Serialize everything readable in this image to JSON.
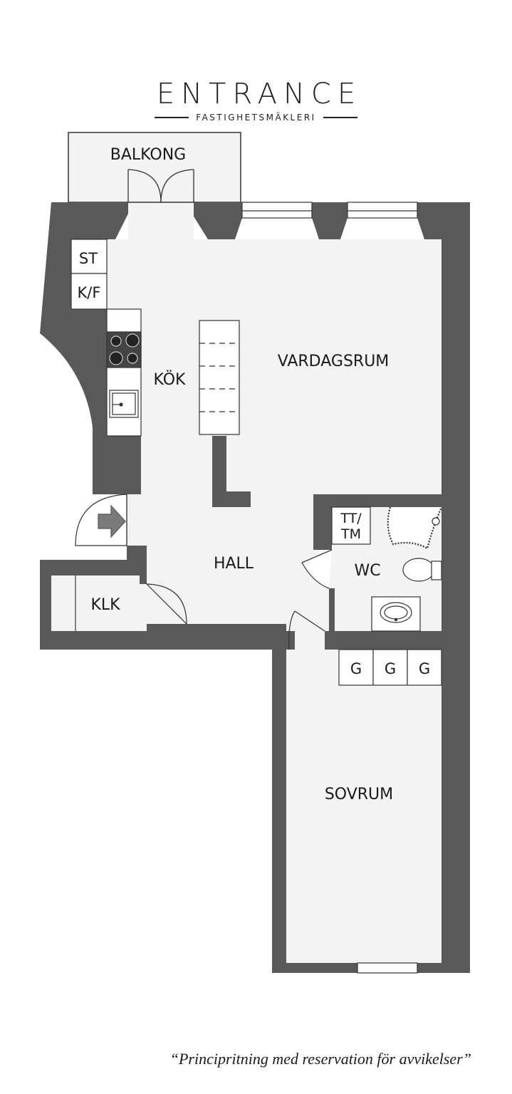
{
  "brand": {
    "name": "ENTRANCE",
    "tagline": "FASTIGHETSMÄKLERI"
  },
  "rooms": {
    "balkong": "BALKONG",
    "kok": "KÖK",
    "vardagsrum": "VARDAGSRUM",
    "hall": "HALL",
    "wc": "WC",
    "klk": "KLK",
    "sovrum": "SOVRUM"
  },
  "fixtures": {
    "st": "ST",
    "kf": "K/F",
    "tt": "TT/",
    "tm": "TM",
    "g1": "G",
    "g2": "G",
    "g3": "G"
  },
  "colors": {
    "wall": "#595959",
    "floor": "#f3f3f3",
    "line": "#222222"
  },
  "disclaimer": "“Principritning med reservation för avvikelser”"
}
